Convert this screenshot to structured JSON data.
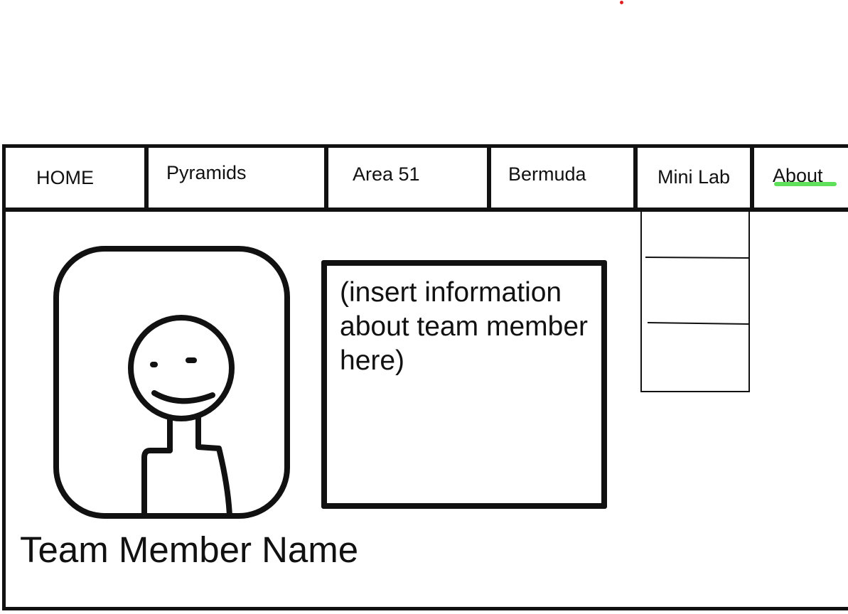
{
  "nav": {
    "items": [
      {
        "label": "HOME"
      },
      {
        "label": "Pyramids"
      },
      {
        "label": "Area 51"
      },
      {
        "label": "Bermuda"
      },
      {
        "label": "Mini Lab"
      },
      {
        "label": "About"
      }
    ],
    "active_index": 5,
    "active_underline_color": "#5ee05a"
  },
  "dropdown": {
    "parent": "Mini Lab",
    "item_count": 3
  },
  "profile": {
    "avatar_icon": "person-sketch-icon",
    "info_text": "(insert information about team member here)",
    "name": "Team Member Name"
  },
  "colors": {
    "ink": "#111111",
    "marker_dot": "#e02020"
  }
}
